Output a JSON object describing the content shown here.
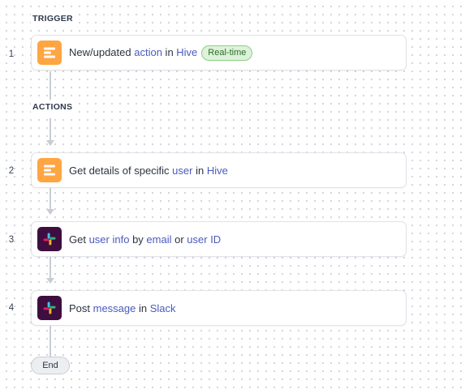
{
  "sections": {
    "trigger": "TRIGGER",
    "actions": "ACTIONS"
  },
  "steps": [
    {
      "number": "1",
      "app": "Hive",
      "icon": "hive-icon",
      "parts": [
        "New/updated ",
        "action",
        " in ",
        "Hive"
      ],
      "badge": "Real-time"
    },
    {
      "number": "2",
      "app": "Hive",
      "icon": "hive-icon",
      "parts": [
        "Get details of specific ",
        "user",
        " in ",
        "Hive"
      ]
    },
    {
      "number": "3",
      "app": "Slack",
      "icon": "slack-icon",
      "parts": [
        "Get ",
        "user info",
        " by ",
        "email",
        " or ",
        "user ID"
      ]
    },
    {
      "number": "4",
      "app": "Slack",
      "icon": "slack-icon",
      "parts": [
        "Post ",
        "message",
        " in ",
        "Slack"
      ]
    }
  ],
  "end_label": "End",
  "colors": {
    "hive": "#ffa542",
    "slack": "#3f0e40",
    "highlight": "#4a5bbd",
    "badge_bg": "#dcf2d9"
  }
}
